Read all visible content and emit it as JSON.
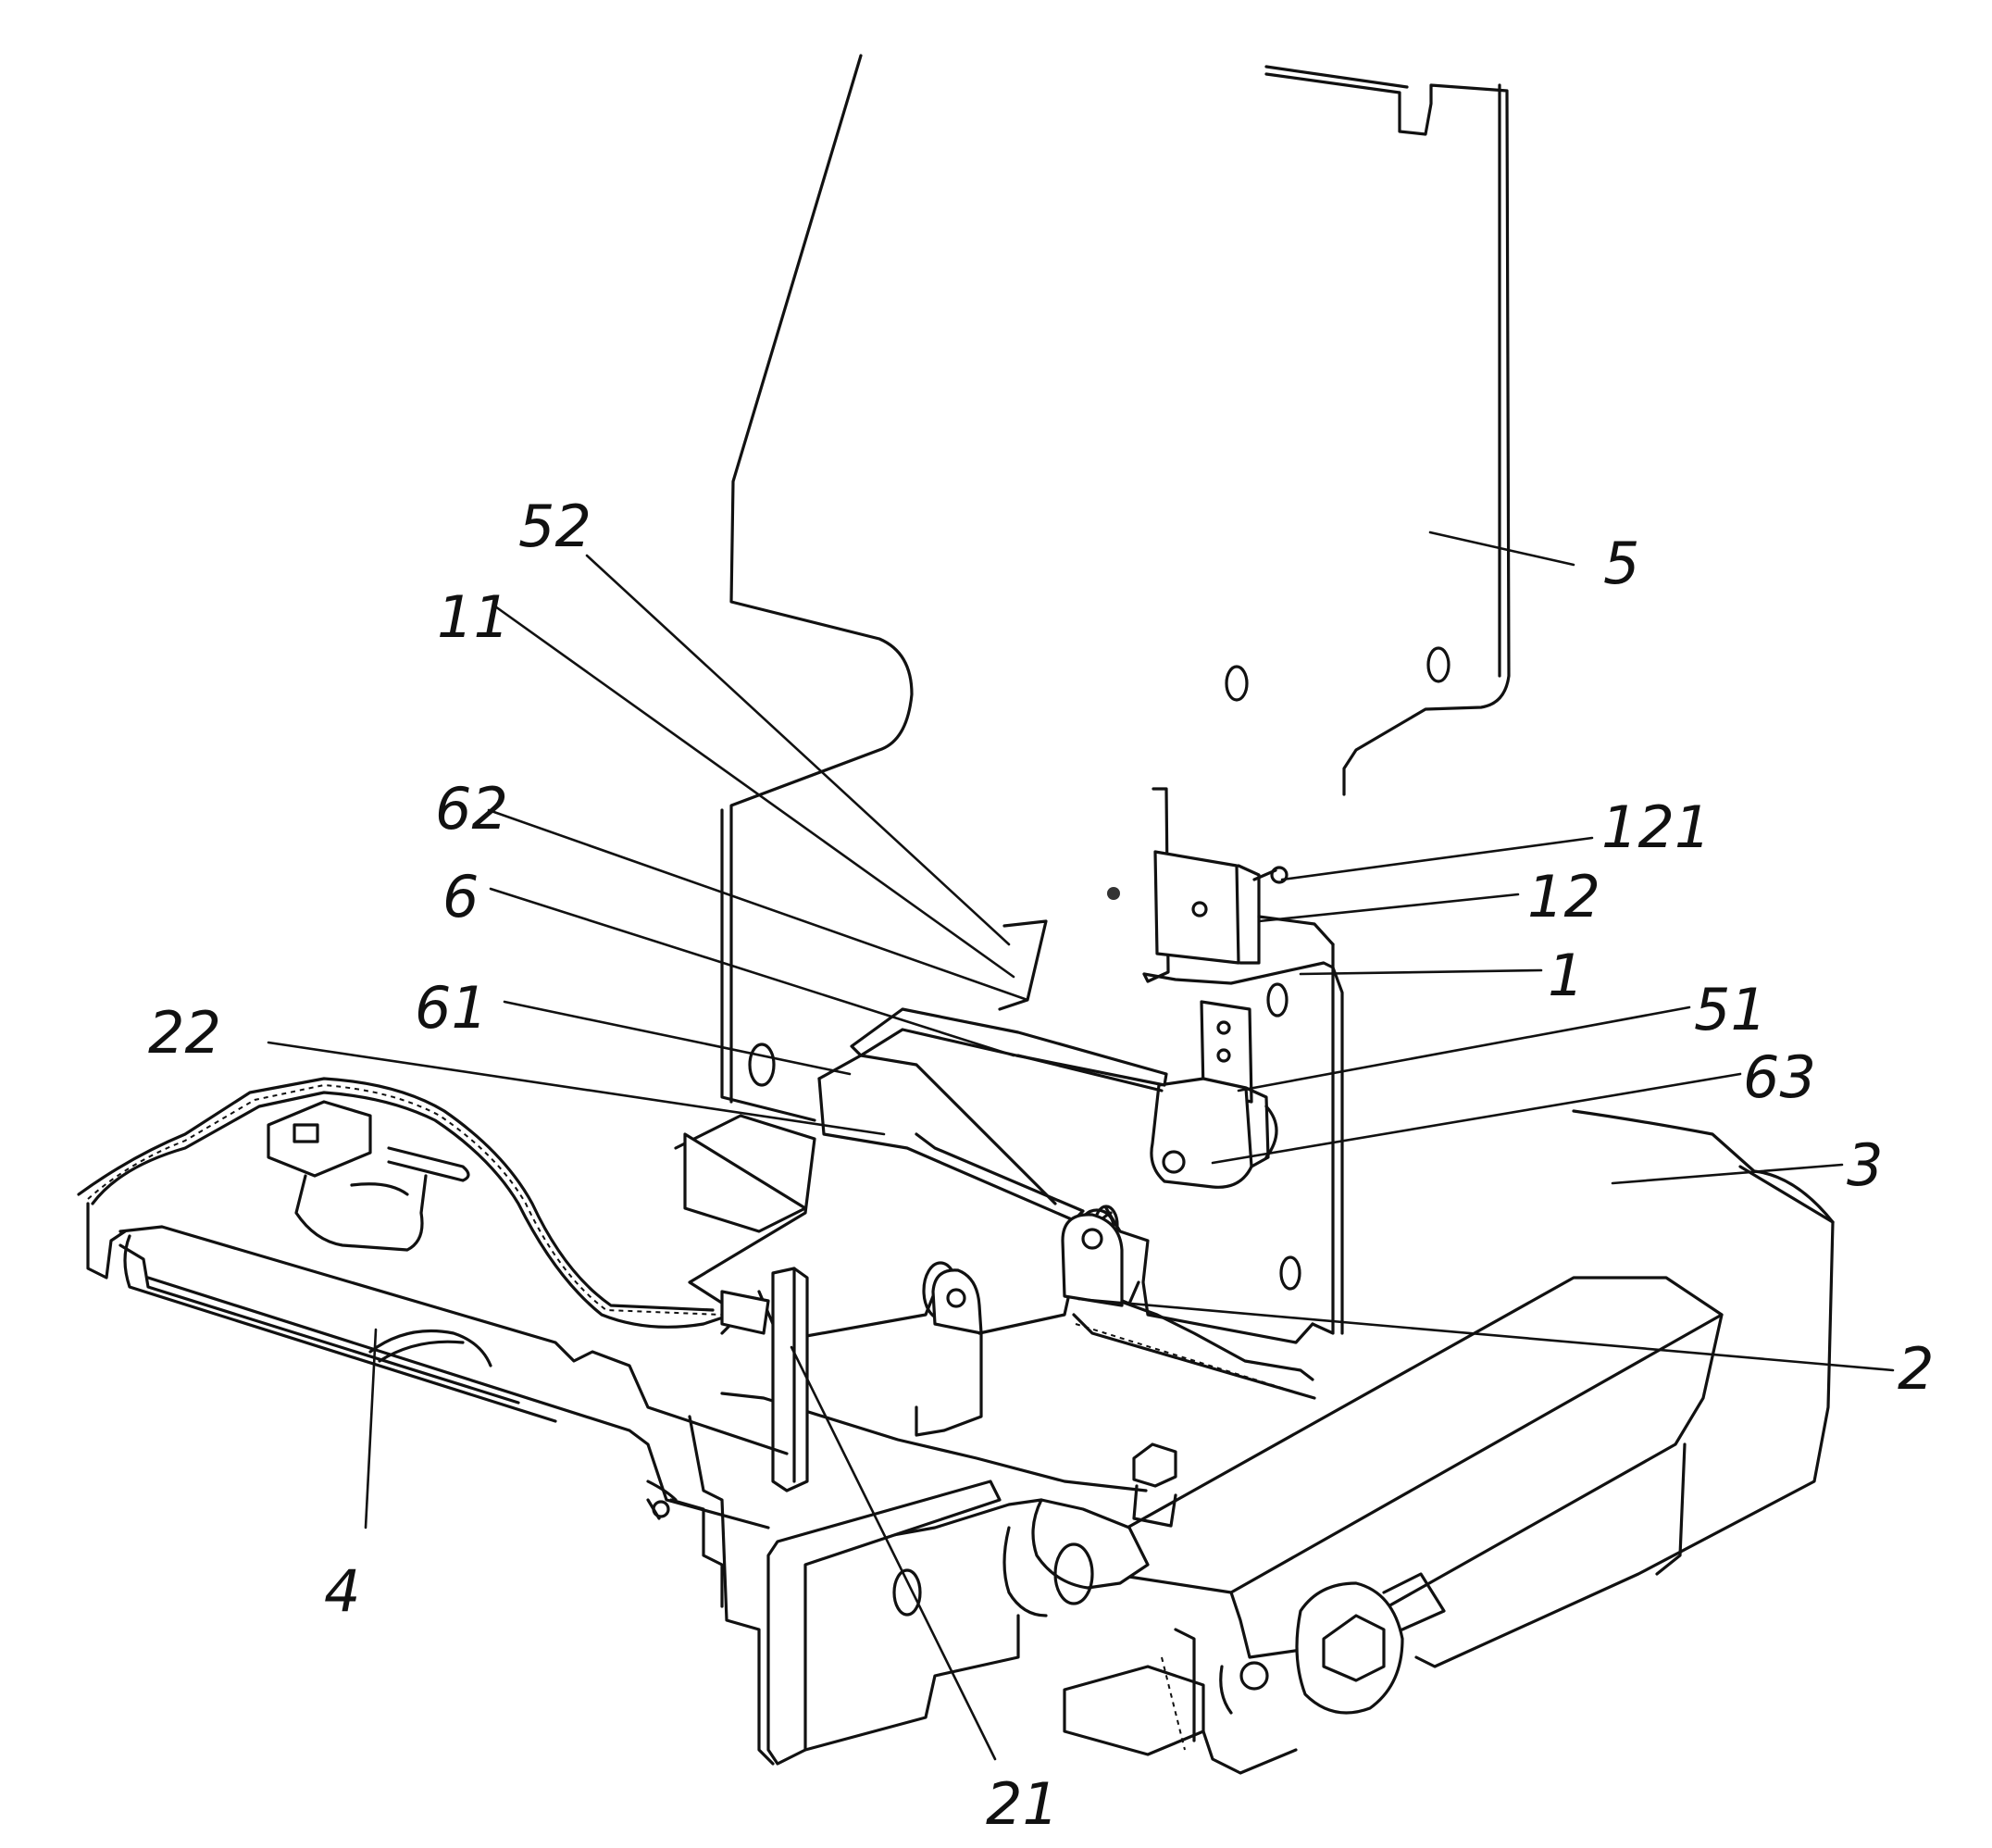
{
  "figure": {
    "labels": [
      {
        "id": "5",
        "text": "5"
      },
      {
        "id": "52",
        "text": "52"
      },
      {
        "id": "11",
        "text": "11"
      },
      {
        "id": "62",
        "text": "62"
      },
      {
        "id": "6",
        "text": "6"
      },
      {
        "id": "61",
        "text": "61"
      },
      {
        "id": "22",
        "text": "22"
      },
      {
        "id": "121",
        "text": "121"
      },
      {
        "id": "12",
        "text": "12"
      },
      {
        "id": "1",
        "text": "1"
      },
      {
        "id": "51",
        "text": "51"
      },
      {
        "id": "63",
        "text": "63"
      },
      {
        "id": "3",
        "text": "3"
      },
      {
        "id": "2",
        "text": "2"
      },
      {
        "id": "4",
        "text": "4"
      },
      {
        "id": "21",
        "text": "21"
      }
    ]
  }
}
